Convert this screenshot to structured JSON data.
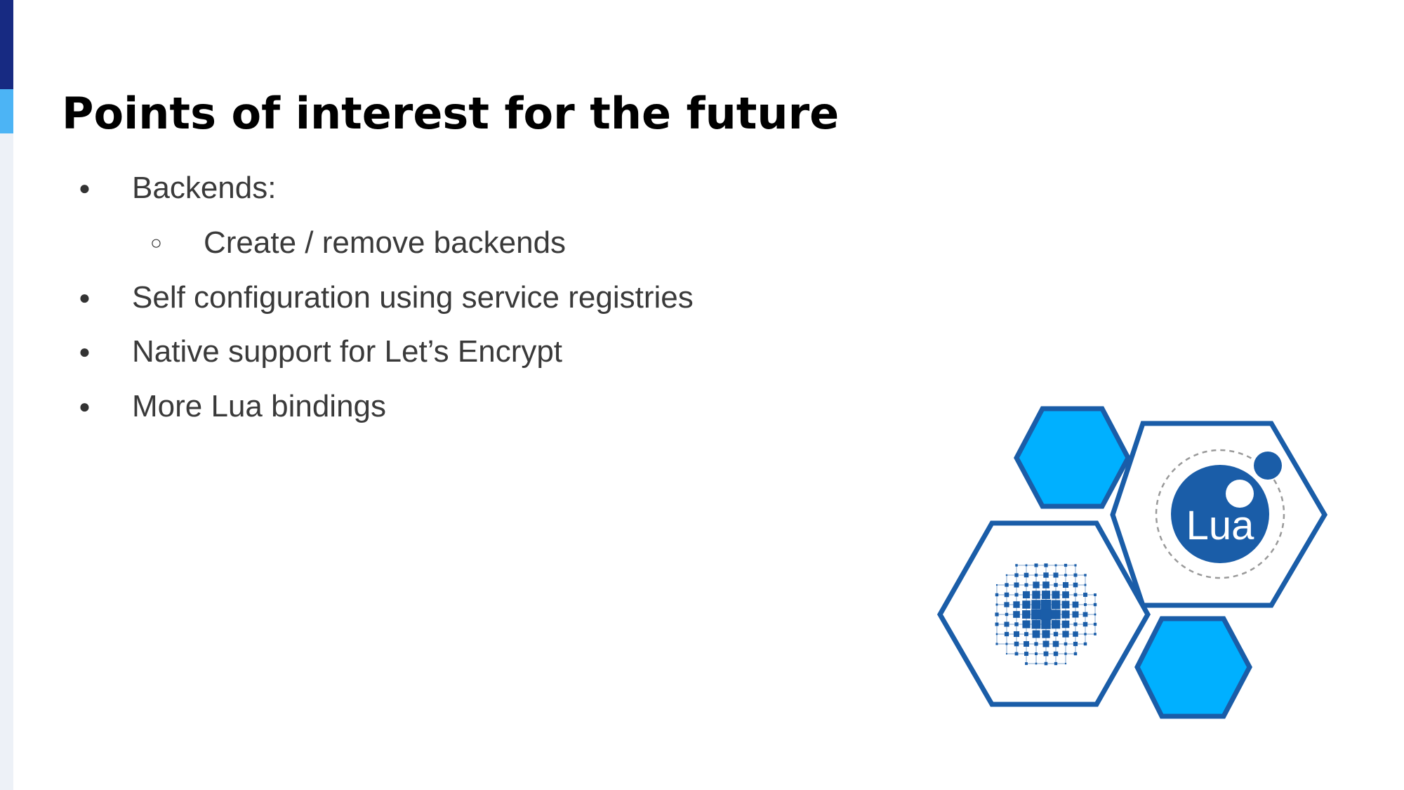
{
  "slide": {
    "title": "Points of interest for the future",
    "bullets": [
      {
        "marker": "●",
        "text": "Backends:",
        "level": 1
      },
      {
        "marker": "○",
        "text": "Create / remove backends",
        "level": 2
      },
      {
        "marker": "●",
        "text": "Self configuration using service registries",
        "level": 1
      },
      {
        "marker": "●",
        "text": "Native support for Let’s Encrypt",
        "level": 1
      },
      {
        "marker": "●",
        "text": "More Lua bindings",
        "level": 1
      }
    ]
  },
  "logo": {
    "lua_text": "Lua",
    "colors": {
      "hex_fill": "#00b0ff",
      "hex_stroke": "#1a5da8",
      "lua_circle": "#1a5da8",
      "orbit_dash": "#9a9a9a"
    }
  },
  "accent_colors": {
    "dark": "#172a82",
    "light": "#4cb4f5",
    "rest": "#edf1f7"
  }
}
